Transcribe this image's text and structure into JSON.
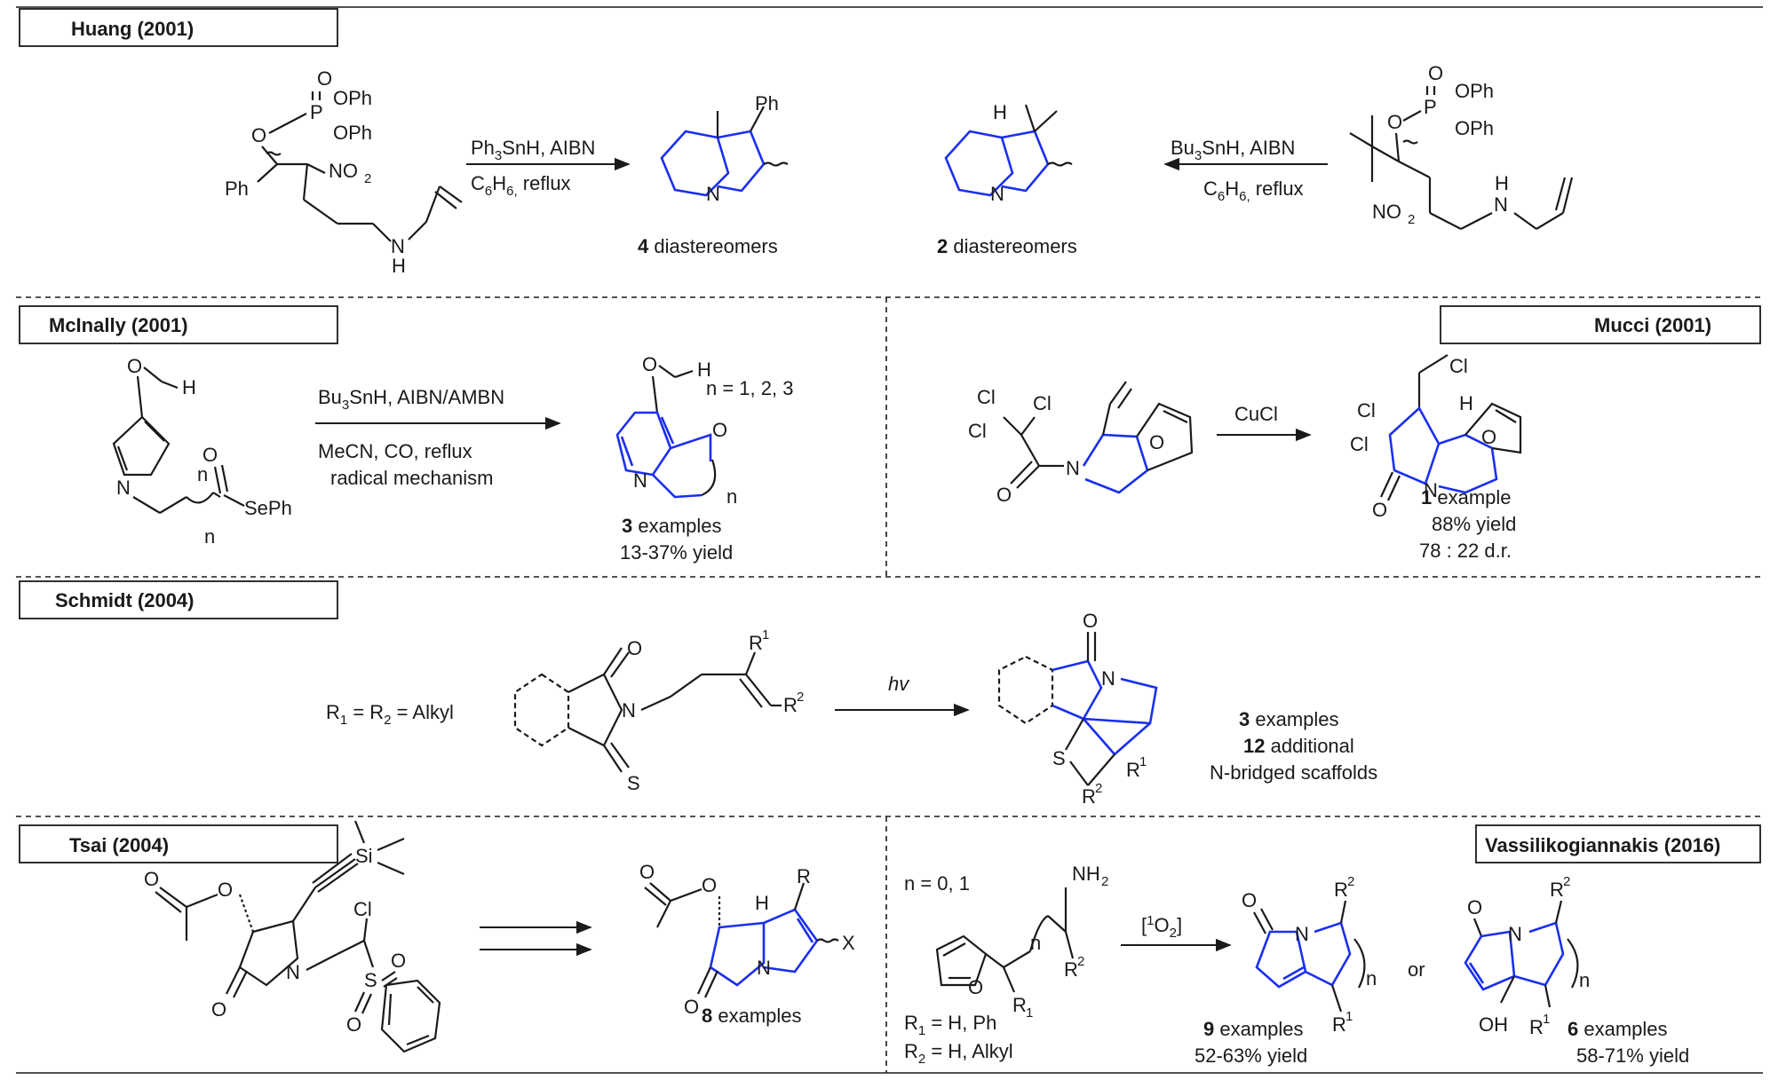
{
  "sections": [
    {
      "id": "huang",
      "header": "Huang (2001)"
    },
    {
      "id": "mcinally",
      "header": "McInally (2001)"
    },
    {
      "id": "mucci",
      "header": "Mucci (2001)"
    },
    {
      "id": "schmidt",
      "header": "Schmidt (2004)"
    },
    {
      "id": "tsai",
      "header": "Tsai (2004)"
    },
    {
      "id": "vassil",
      "header": "Vassilikogiannakis (2016)"
    }
  ],
  "huang": {
    "cond1_a": "Ph",
    "cond1_a_sub": "3",
    "cond1_a_rest": "SnH, AIBN",
    "cond1_b": "C",
    "cond1_b_sub": "6",
    "cond1_b_mid": "H",
    "cond1_b_sub2": "6,",
    "cond1_b_rest": " reflux",
    "prod1_num": "4",
    "prod1_text": " diastereomers",
    "cond2_a": "Bu",
    "cond2_a_sub": "3",
    "cond2_a_rest": "SnH, AIBN",
    "cond2_b": "C",
    "cond2_b_sub": "6",
    "cond2_b_mid": "H",
    "cond2_b_sub2": "6,",
    "cond2_b_rest": " reflux",
    "prod2_num": "2",
    "prod2_text": " diastereomers",
    "atoms": {
      "OPh": "OPh",
      "O": "O",
      "P": "P",
      "Ph": "Ph",
      "NO2": "NO",
      "NO2_sub": "2",
      "N": "N",
      "H": "H"
    }
  },
  "mcinally": {
    "cond_a": "Bu",
    "cond_a_sub": "3",
    "cond_a_rest": "SnH, AIBN/AMBN",
    "cond_b": "MeCN, CO, reflux",
    "cond_c": "radical mechanism",
    "n_range": "n = 1, 2, 3",
    "result_num": "3",
    "result_text": " examples",
    "yield": "13-37% yield",
    "atoms": {
      "O": "O",
      "H": "H",
      "N": "N",
      "SePh": "SePh",
      "n": "n"
    }
  },
  "mucci": {
    "reagent": "CuCl",
    "result_num": "1",
    "result_text": " example",
    "yield": "88% yield",
    "dr": "78 : 22 d.r.",
    "atoms": {
      "Cl": "Cl",
      "O": "O",
      "N": "N",
      "H": "H"
    }
  },
  "schmidt": {
    "r_def_a": "R",
    "r_def_s1": "1",
    "r_def_mid": " = R",
    "r_def_s2": "2",
    "r_def_rest": " = Alkyl",
    "reagent": "hv",
    "result1_num": "3",
    "result1_text": " examples",
    "result2_num": "12",
    "result2_text": " additional",
    "result3": "N-bridged scaffolds",
    "atoms": {
      "O": "O",
      "N": "N",
      "S": "S",
      "R": "R",
      "R1": "1",
      "R2": "2"
    }
  },
  "tsai": {
    "result_num": "8",
    "result_text": " examples",
    "atoms": {
      "Si": "Si",
      "Cl": "Cl",
      "N": "N",
      "O": "O",
      "S": "S",
      "H": "H",
      "R": "R",
      "X": "X"
    }
  },
  "vassil": {
    "n_range": "n = 0, 1",
    "r1_def_a": "R",
    "r1_def_s": "1",
    "r1_def_rest": " = H, Ph",
    "r2_def_a": "R",
    "r2_def_s": "2",
    "r2_def_rest": " = H, Alkyl",
    "reagent_a": "[",
    "reagent_sup": "1",
    "reagent_rest": "O",
    "reagent_sub": "2",
    "reagent_end": "]",
    "or": "or",
    "result1_num": "9",
    "result1_text": " examples",
    "yield1": "52-63% yield",
    "result2_num": "6",
    "result2_text": " examples",
    "yield2": "58-71% yield",
    "atoms": {
      "NH2": "NH",
      "NH2_sub": "2",
      "O": "O",
      "N": "N",
      "OH": "OH",
      "R": "R",
      "R1": "1",
      "R2": "2",
      "n": "n"
    }
  },
  "colors": {
    "ring_highlight": "#1a2ff0",
    "ink": "#1a1a1a"
  }
}
